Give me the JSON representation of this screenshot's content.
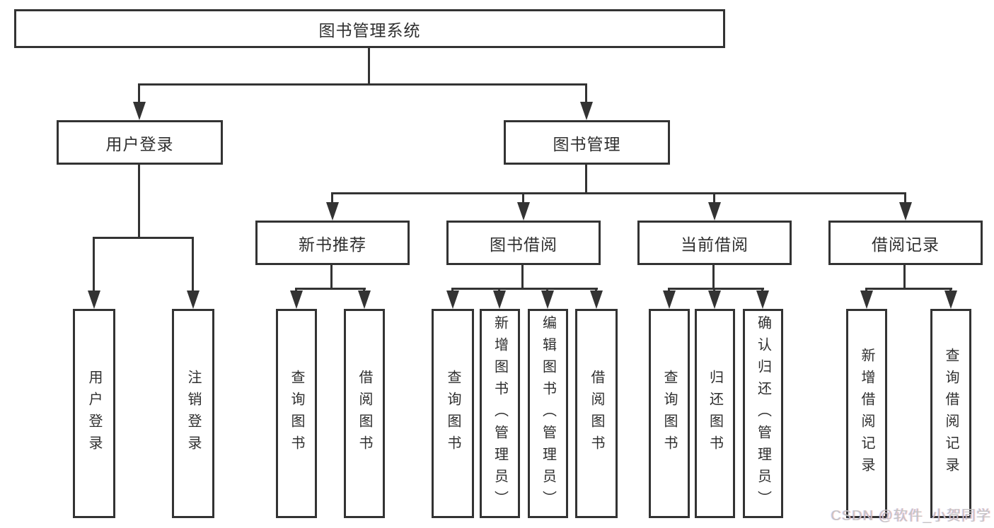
{
  "diagram": {
    "root": {
      "label": "图书管理系统"
    },
    "level2": [
      {
        "label": "用户登录"
      },
      {
        "label": "图书管理"
      }
    ],
    "level3": [
      {
        "label": "新书推荐"
      },
      {
        "label": "图书借阅"
      },
      {
        "label": "当前借阅"
      },
      {
        "label": "借阅记录"
      }
    ],
    "leaves": {
      "user": [
        {
          "label": "用户登录"
        },
        {
          "label": "注销登录"
        }
      ],
      "newbook": [
        {
          "label": "查询图书"
        },
        {
          "label": "借阅图书"
        }
      ],
      "borrow": [
        {
          "label": "查询图书"
        },
        {
          "label": "新增图书（管理员）"
        },
        {
          "label": "编辑图书（管理员）"
        },
        {
          "label": "借阅图书"
        }
      ],
      "current": [
        {
          "label": "查询图书"
        },
        {
          "label": "归还图书"
        },
        {
          "label": "确认归还（管理员）"
        }
      ],
      "records": [
        {
          "label": "新增借阅记录"
        },
        {
          "label": "查询借阅记录"
        }
      ]
    }
  },
  "watermark": {
    "text": "CSDN @软件_小贺同学"
  },
  "colors": {
    "line": "#333333",
    "text": "#2f2f2f",
    "watermark": "#c4c4c4",
    "background": "#ffffff"
  }
}
